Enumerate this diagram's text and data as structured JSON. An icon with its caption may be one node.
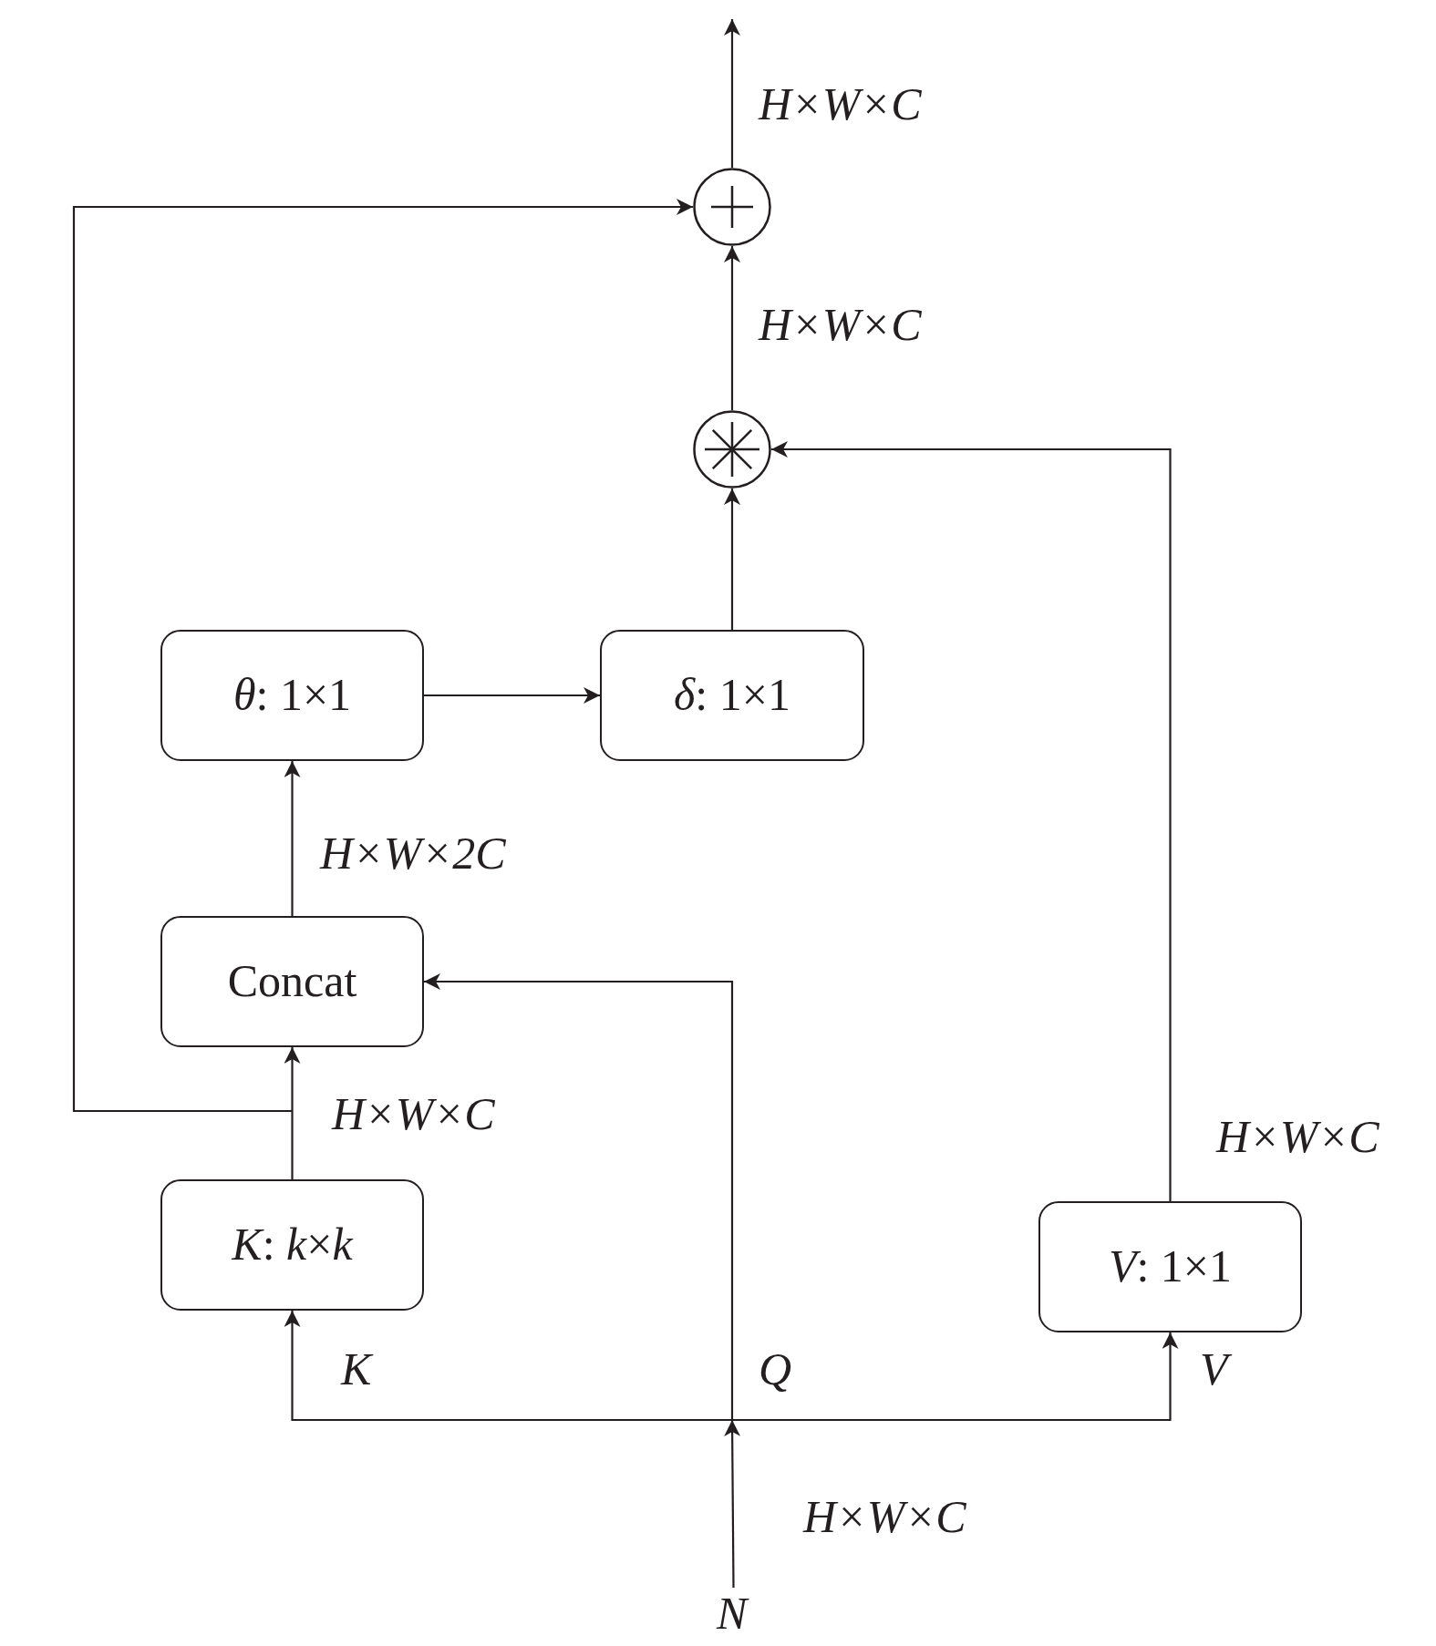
{
  "diagram": {
    "nodes": [
      {
        "text": [],
        "shape": "circle"
      },
      {
        "text": [],
        "shape": "circle"
      },
      {
        "text": [
          "*θ*: 1×1"
        ]
      },
      {
        "text": [
          "*δ*: 1×1"
        ]
      },
      {
        "text": [
          "Concat"
        ]
      },
      {
        "text": [
          "*K*: *k*×*k*"
        ]
      },
      {
        "text": [
          "*V*: 1×1"
        ]
      },
      {
        "text": [
          "N"
        ]
      }
    ],
    "edges": [
      {
        "from": 0,
        "to": null,
        "arrow": "to",
        "label": "H×W×C"
      },
      {
        "from": 1,
        "to": 0,
        "arrow": "to",
        "label": "H×W×C"
      },
      {
        "from": 3,
        "to": 1,
        "arrow": "to"
      },
      {
        "from": 6,
        "to": 1,
        "arrow": "to",
        "label": "H×W×C"
      },
      {
        "from": 2,
        "to": 3,
        "arrow": "to"
      },
      {
        "from": 4,
        "to": 2,
        "arrow": "to",
        "label": "H×W×2C"
      },
      {
        "from": 5,
        "to": 4,
        "arrow": "to",
        "label": "H×W×C"
      },
      {
        "from": 5,
        "to": 0,
        "arrow": "to"
      },
      {
        "from": 7,
        "to": 5,
        "arrow": "to",
        "label": "K"
      },
      {
        "from": 7,
        "to": 4,
        "arrow": "to",
        "label": "Q"
      },
      {
        "from": 7,
        "to": 6,
        "arrow": "to",
        "label": "V"
      }
    ],
    "labels": [
      "H×W×C"
    ]
  }
}
